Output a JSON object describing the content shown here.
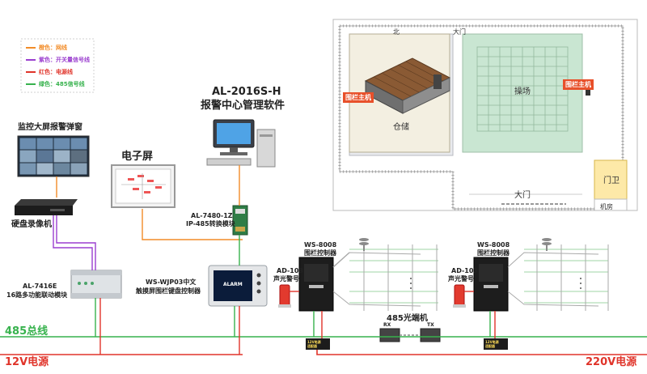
{
  "legend": {
    "items": [
      {
        "label": "橙色：网线",
        "color": "#f28c28"
      },
      {
        "label": "紫色：开关量信号线",
        "color": "#9b3fcf"
      },
      {
        "label": "红色：电源线",
        "color": "#e0342a"
      },
      {
        "label": "绿色：485信号线",
        "color": "#37b24d"
      }
    ]
  },
  "software": {
    "title_line1": "AL-2016S-H",
    "title_line2": "报警中心管理软件"
  },
  "devices": {
    "monitor_wall": "监控大屏报警弹窗",
    "nvr": "硬盘录像机",
    "screen": "电子屏",
    "converter_line1": "AL-7480-1Z",
    "converter_line2": "IP-485转换模块",
    "linkage_line1": "AL-7416E",
    "linkage_line2": "16路多功能联动模块",
    "keypad_line1": "WS-WJP03中文",
    "keypad_line2": "触摸屏围栏键盘控制器",
    "keypad_brand": "ALARM",
    "controller1_line1": "WS-8008",
    "controller1_line2": "围栏控制器",
    "controller2_line1": "WS-8008",
    "controller2_line2": "围栏控制器",
    "siren1_line1": "AD-103",
    "siren1_line2": "声光警号",
    "siren2_line1": "AD-103",
    "siren2_line2": "声光警号",
    "optical": "485光端机",
    "rx": "RX",
    "tx": "TX",
    "psu1": "12V电源\n适配器",
    "psu2": "12V电源\n适配器"
  },
  "buses": {
    "bus485": "485总线",
    "power12": "12V电源",
    "power220": "220V电源"
  },
  "map": {
    "host_left": "围栏主机",
    "host_right": "围栏主机",
    "storage": "仓储",
    "field": "操场",
    "gate": "大门",
    "guard": "门卫",
    "machine_room": "机房",
    "top_gate": "大门",
    "top_mark": "北"
  }
}
